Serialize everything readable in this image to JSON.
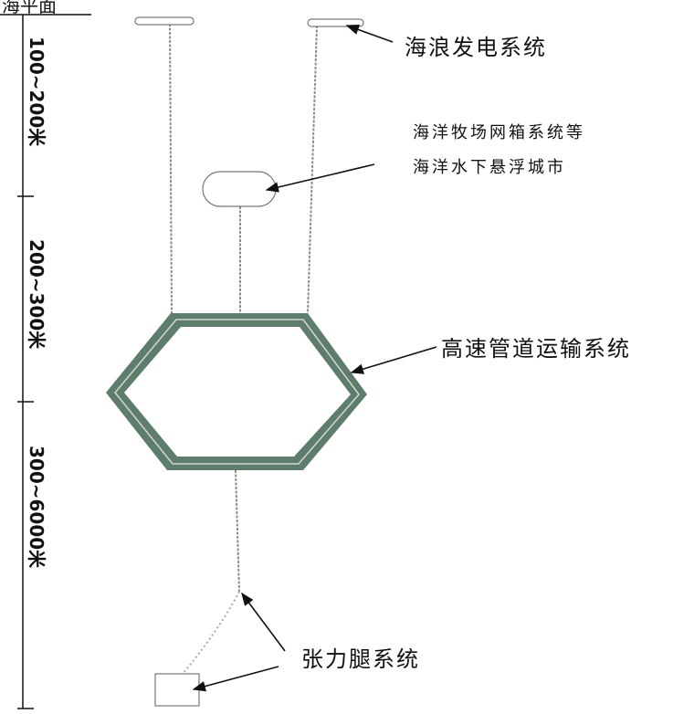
{
  "scale": {
    "title": "海平面",
    "zones": [
      {
        "label": "100~200米"
      },
      {
        "label": "200~300米"
      },
      {
        "label": "300~6000米"
      }
    ]
  },
  "labels": {
    "wave_power": "海浪发电系统",
    "ranch_line1": "海洋牧场网箱系统等",
    "ranch_line2": "海洋水下悬浮城市",
    "pipeline": "高速管道运输系统",
    "tension_leg": "张力腿系统"
  },
  "colors": {
    "hexagon": "#5f7d6c",
    "cable": "#8a8f88",
    "ink": "#111111"
  }
}
